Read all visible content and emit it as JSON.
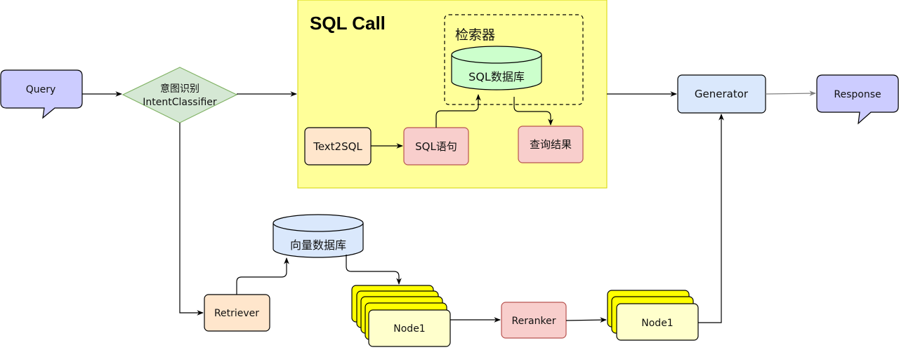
{
  "sql_call": {
    "title": "SQL Call",
    "retriever_group_label": "检索器",
    "sql_db": "SQL数据库",
    "text2sql": "Text2SQL",
    "sql_statement": "SQL语句",
    "query_result": "查询结果"
  },
  "query": "Query",
  "classifier": {
    "line1": "意图识别",
    "line2": "IntentClassifier"
  },
  "generator": "Generator",
  "response": "Response",
  "vector_db": "向量数据库",
  "retriever": "Retriever",
  "node_stack_1": "Node1",
  "reranker": "Reranker",
  "node_stack_2": "Node1",
  "colors": {
    "yellow_panel": "#ffff99",
    "query_fill": "#ccccff",
    "classifier_fill": "#d5e8d4",
    "classifier_stroke": "#82b366",
    "generator_fill": "#dae8fc",
    "db_green": "#ccffcc",
    "db_blue": "#dae8fc",
    "orange_fill": "#ffe6cc",
    "red_fill": "#f8cecc",
    "red_stroke": "#b85450",
    "node_front": "#ffffcc",
    "node_back": "#ffff00"
  }
}
